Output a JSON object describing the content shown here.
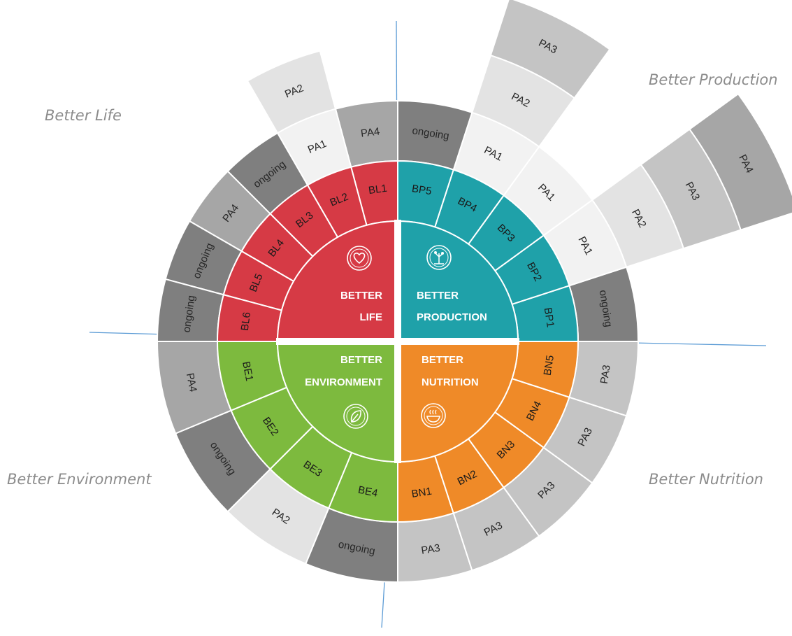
{
  "quadrant_labels": {
    "life": "Better Life",
    "production": "Better Production",
    "environment": "Better Environment",
    "nutrition": "Better Nutrition"
  },
  "hub": {
    "life": {
      "line1": "BETTER",
      "line2": "LIFE",
      "icon": "heart-icon",
      "color": "#d63a45"
    },
    "production": {
      "line1": "BETTER",
      "line2": "PRODUCTION",
      "icon": "plant-globe-icon",
      "color": "#1fa1a9"
    },
    "environment": {
      "line1": "BETTER",
      "line2": "ENVIRONMENT",
      "icon": "leaf-icon",
      "color": "#7dba3e"
    },
    "nutrition": {
      "line1": "BETTER",
      "line2": "NUTRITION",
      "icon": "cooking-bowl-icon",
      "color": "#ef8a28"
    }
  },
  "colors": {
    "life": "#d63a45",
    "production": "#1fa1a9",
    "environment": "#7dba3e",
    "nutrition": "#ef8a28",
    "ongoing": "#7f7f7f",
    "PA1": "#f2f2f2",
    "PA2": "#e3e3e3",
    "PA3": "#c4c4c4",
    "PA4": "#a6a6a6",
    "axis": "#5b9bd5"
  },
  "segments": [
    {
      "code": "BP1",
      "ext": [
        "ongoing"
      ]
    },
    {
      "code": "BP2",
      "ext": [
        "PA1",
        "PA2",
        "PA3",
        "PA4"
      ]
    },
    {
      "code": "BP3",
      "ext": [
        "PA1"
      ]
    },
    {
      "code": "BP4",
      "ext": [
        "PA1",
        "PA2",
        "PA3"
      ]
    },
    {
      "code": "BP5",
      "ext": [
        "ongoing"
      ]
    },
    {
      "code": "BL1",
      "ext": [
        "PA4"
      ]
    },
    {
      "code": "BL2",
      "ext": [
        "PA1",
        "PA2"
      ]
    },
    {
      "code": "BL3",
      "ext": [
        "ongoing"
      ]
    },
    {
      "code": "BL4",
      "ext": [
        "PA4"
      ]
    },
    {
      "code": "BL5",
      "ext": [
        "ongoing"
      ]
    },
    {
      "code": "BL6",
      "ext": [
        "ongoing"
      ]
    },
    {
      "code": "BE1",
      "ext": [
        "PA4"
      ]
    },
    {
      "code": "BE2",
      "ext": [
        "ongoing"
      ]
    },
    {
      "code": "BE3",
      "ext": [
        "PA2"
      ]
    },
    {
      "code": "BE4",
      "ext": [
        "ongoing"
      ]
    },
    {
      "code": "BN1",
      "ext": [
        "PA3"
      ]
    },
    {
      "code": "BN2",
      "ext": [
        "PA3"
      ]
    },
    {
      "code": "BN3",
      "ext": [
        "PA3"
      ]
    },
    {
      "code": "BN4",
      "ext": [
        "PA3"
      ]
    },
    {
      "code": "BN5",
      "ext": [
        "PA3"
      ]
    }
  ]
}
